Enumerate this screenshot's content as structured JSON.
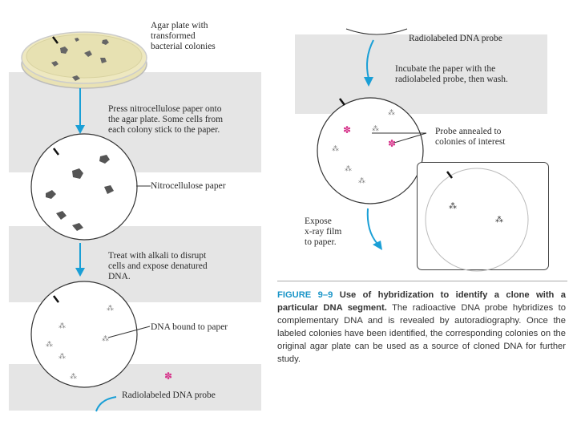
{
  "left_panel": {
    "agar_label": "Agar plate with\ntransformed\nbacterial colonies",
    "step1_text": "Press nitrocellulose paper onto\nthe agar plate.  Some cells from\neach colony stick to the paper.",
    "nitro_label": "Nitrocellulose paper",
    "step2_text": "Treat with alkali to disrupt\ncells and expose denatured\nDNA.",
    "dna_label": "DNA bound to paper",
    "probe_label": "Radiolabeled DNA probe"
  },
  "right_panel": {
    "probe_label": "Radiolabeled DNA probe",
    "incubate_text": "Incubate the paper with the\nradiolabeled probe, then wash.",
    "annealed_label": "Probe annealed to\ncolonies of interest",
    "expose_text": "Expose\nx-ray film\nto paper."
  },
  "caption": {
    "figure_label": "FIGURE 9–9",
    "title": "Use of hybridization to identify a clone with a particular DNA segment.",
    "body": "The radioactive DNA probe hybridizes to complementary DNA and is revealed by autoradiography. Once the labeled colonies have been identified, the corresponding colonies on the original agar plate can be used as a source of cloned DNA for further study."
  },
  "colors": {
    "band": "#e5e5e5",
    "arrow": "#1a9fd6",
    "probe": "#d6338a",
    "colony": "#777777"
  }
}
